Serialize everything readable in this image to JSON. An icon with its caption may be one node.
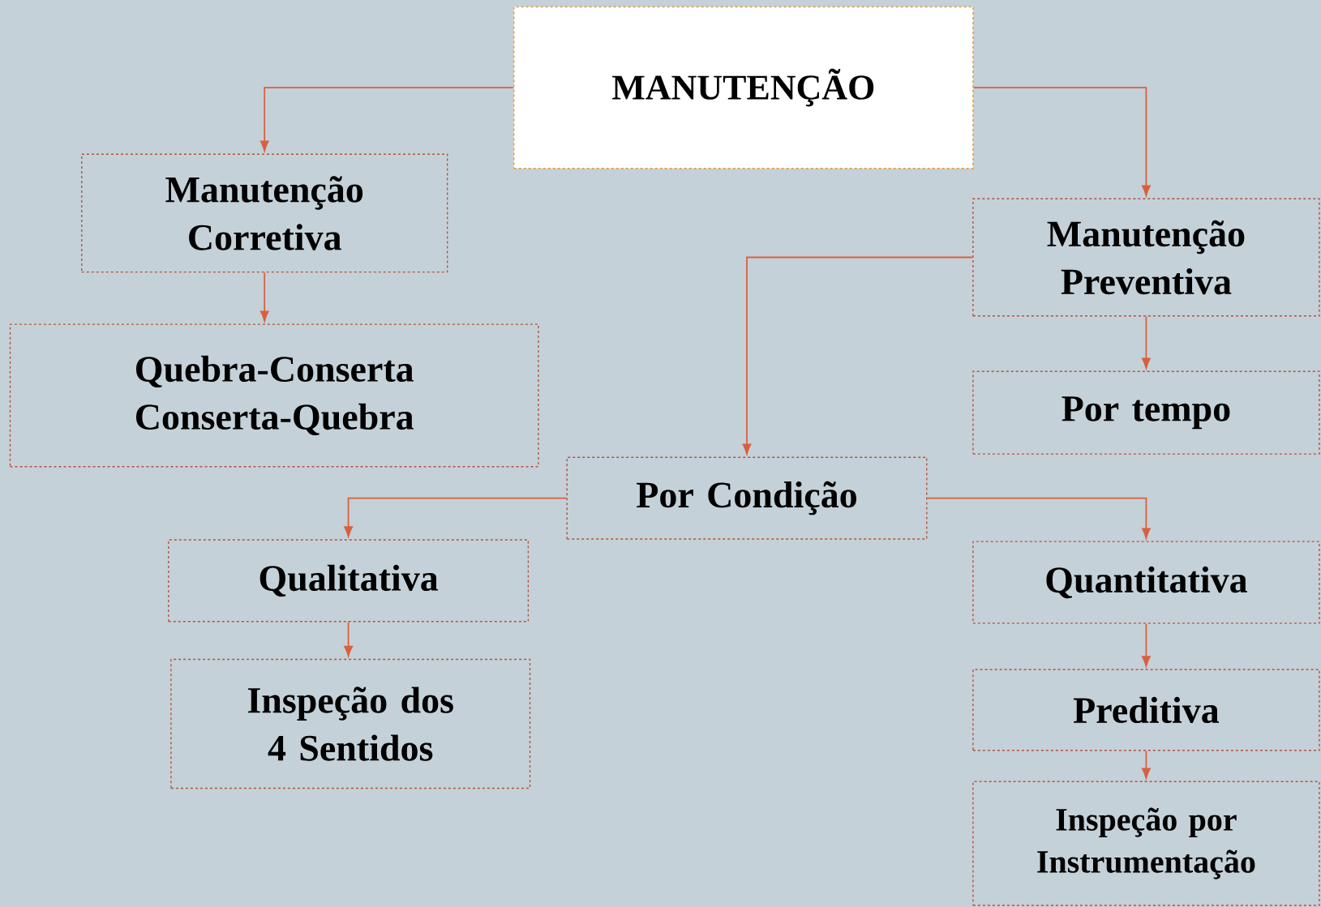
{
  "diagram": {
    "nodes": [
      {
        "text": [
          "MANUTENÇÃO"
        ]
      },
      {
        "text": [
          "Manutenção Corretiva"
        ]
      },
      {
        "text": [
          "Quebra-Conserta Conserta-Quebra"
        ]
      },
      {
        "text": [
          "Manutenção Preventiva"
        ]
      },
      {
        "text": [
          "Por tempo"
        ]
      },
      {
        "text": [
          "Por Condição"
        ]
      },
      {
        "text": [
          "Qualitativa"
        ]
      },
      {
        "text": [
          "Inspeção dos 4 Sentidos"
        ]
      },
      {
        "text": [
          "Quantitativa"
        ]
      },
      {
        "text": [
          "Preditiva"
        ]
      },
      {
        "text": [
          "Inspeção por Instrumentação"
        ]
      }
    ],
    "edges": [
      {
        "from": 0,
        "to": 1,
        "arrow": "to"
      },
      {
        "from": 1,
        "to": 2,
        "arrow": "to"
      },
      {
        "from": 0,
        "to": 3,
        "arrow": "to"
      },
      {
        "from": 3,
        "to": 5,
        "arrow": "to"
      },
      {
        "from": 3,
        "to": 4,
        "arrow": "to"
      },
      {
        "from": 5,
        "to": 6,
        "arrow": "to"
      },
      {
        "from": 5,
        "to": 8,
        "arrow": "to"
      },
      {
        "from": 6,
        "to": 7,
        "arrow": "to"
      },
      {
        "from": 8,
        "to": 9,
        "arrow": "to"
      },
      {
        "from": 9,
        "to": 10,
        "arrow": "to"
      }
    ]
  }
}
